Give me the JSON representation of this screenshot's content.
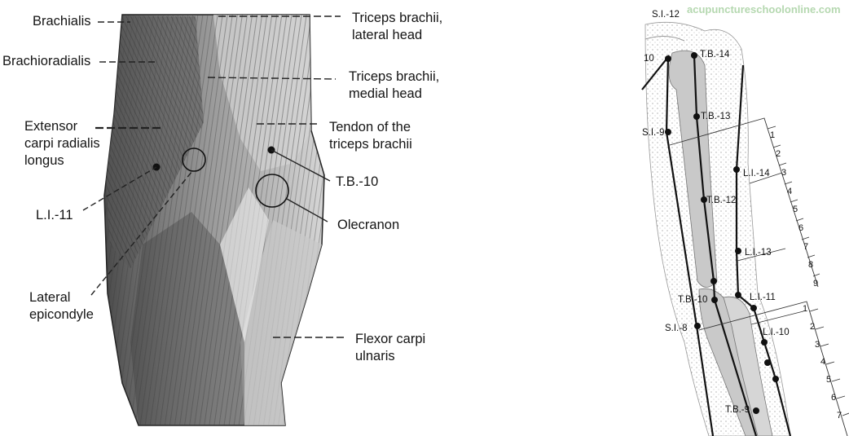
{
  "left_figure": {
    "labels": {
      "brachialis": "Brachialis",
      "brachioradialis": "Brachioradialis",
      "ecrl": "Extensor\ncarpi radialis\nlongus",
      "li11": "L.I.-11",
      "lateral_epicondyle": "Lateral\nepicondyle",
      "triceps_lateral": "Triceps brachii,\nlateral head",
      "triceps_medial": "Triceps brachii,\nmedial head",
      "triceps_tendon": "Tendon of the\ntriceps brachii",
      "tb10": "T.B.-10",
      "olecranon": "Olecranon",
      "fcu": "Flexor carpi\nulnaris"
    }
  },
  "right_figure": {
    "watermark": "acupunctureschoolonline.com",
    "points": {
      "si12": "S.I.-12",
      "si10": "10",
      "tb14": "T.B.-14",
      "tb13": "T.B.-13",
      "si9": "S.I.-9",
      "li14": "L.I.-14",
      "tb12": "T.B.-12",
      "li13": "L.I.-13",
      "li11": "L.I.-11",
      "tb10": "T.B.-10",
      "si8": "S.I.-8",
      "li10": "L.I.-10",
      "tb9": "T.B.-9"
    },
    "upper_scale": [
      "1",
      "2",
      "3",
      "4",
      "5",
      "6",
      "7",
      "8",
      "9"
    ],
    "lower_scale": [
      "1",
      "2",
      "3",
      "4",
      "5",
      "6",
      "7"
    ]
  }
}
